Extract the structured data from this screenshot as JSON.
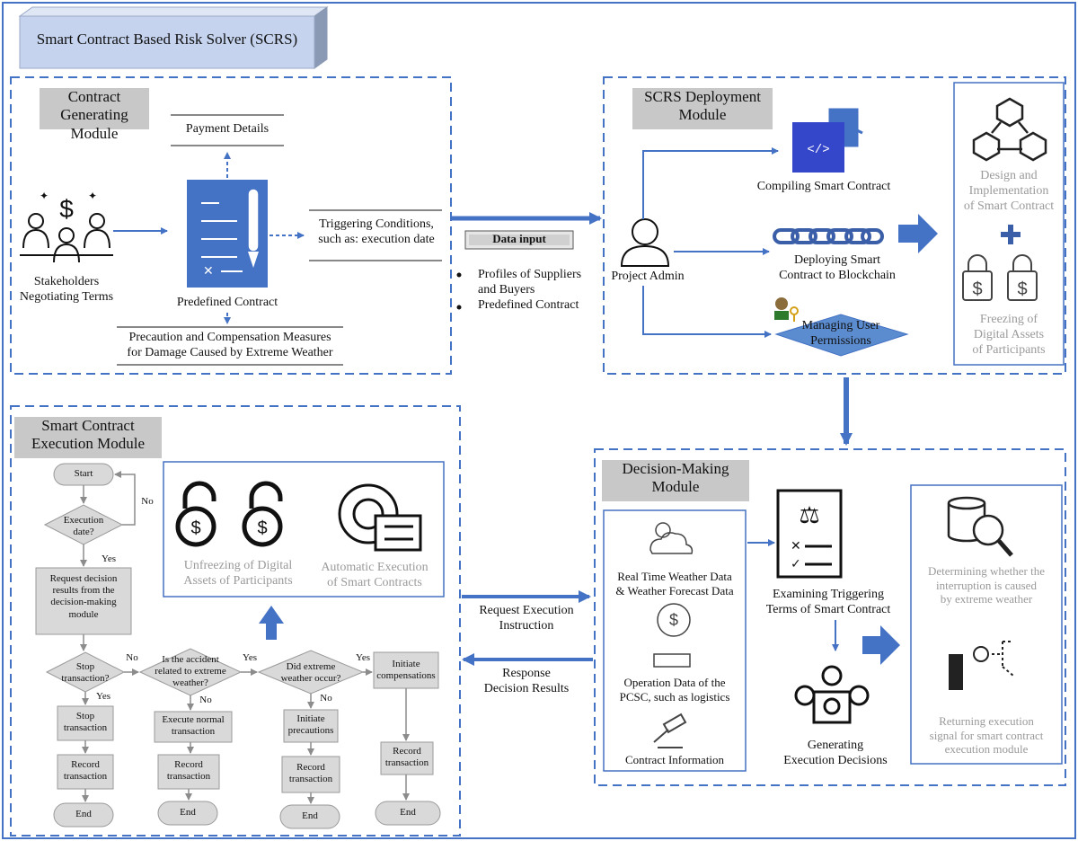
{
  "title": "Smart Contract Based Risk Solver (SCRS)",
  "contract_module": {
    "header": [
      "Contract",
      "Generating Module"
    ],
    "stakeholders": [
      "Stakeholders",
      "Negotiating Terms"
    ],
    "predefined": "Predefined Contract",
    "payment": "Payment Details",
    "triggering": [
      "Triggering Conditions,",
      "such as: execution date"
    ],
    "precaution": [
      "Precaution and Compensation Measures",
      "for Damage Caused by Extreme Weather"
    ]
  },
  "data_input": {
    "label": "Data input",
    "items": [
      "Profiles of Suppliers",
      "and Buyers",
      "Predefined Contract"
    ]
  },
  "deployment": {
    "header": [
      "SCRS Deployment",
      "Module"
    ],
    "admin": "Project Admin",
    "compile": "Compiling Smart Contract",
    "deploy": [
      "Deploying Smart",
      "Contract to Blockchain"
    ],
    "permissions": [
      "Managing User",
      "Permissions"
    ],
    "design": [
      "Design and",
      "Implementation",
      "of Smart Contract"
    ],
    "plus": "+",
    "freeze": [
      "Freezing of",
      "Digital Assets",
      "of Participants"
    ]
  },
  "execution": {
    "header": [
      "Smart Contract",
      "Execution Module"
    ],
    "unfreeze": [
      "Unfreezing of Digital",
      "Assets of Participants"
    ],
    "auto": [
      "Automatic Execution",
      "of Smart Contracts"
    ],
    "flow": {
      "start": "Start",
      "no": "No",
      "yes": "Yes",
      "exec_date": [
        "Execution",
        "date?"
      ],
      "request": [
        "Request decision",
        "results from the",
        "decision-making",
        "module"
      ],
      "stop_q": [
        "Stop",
        "transaction?"
      ],
      "accident_q": [
        "Is the accident",
        "related to extreme",
        "weather?"
      ],
      "extreme_q": [
        "Did extreme",
        "weather occur?"
      ],
      "initiate_comp": [
        "Initiate",
        "compensations"
      ],
      "stop_tx": [
        "Stop",
        "transaction"
      ],
      "normal_tx": [
        "Execute normal",
        "transaction"
      ],
      "initiate_prec": [
        "Initiate",
        "precautions"
      ],
      "record": [
        "Record",
        "transaction"
      ],
      "end": "End"
    }
  },
  "links": {
    "request": [
      "Request Execution",
      "Instruction"
    ],
    "response": [
      "Response",
      "Decision Results"
    ]
  },
  "decision": {
    "header": [
      "Decision-Making",
      "Module"
    ],
    "weather": [
      "Real Time Weather Data",
      "& Weather Forecast Data"
    ],
    "operation": [
      "Operation Data of the",
      "PCSC, such as logistics"
    ],
    "contract_info": "Contract Information",
    "examining": [
      "Examining Triggering",
      "Terms of Smart Contract"
    ],
    "generating": [
      "Generating",
      "Execution Decisions"
    ],
    "determining": [
      "Determining whether the",
      "interruption is caused",
      "by extreme weather"
    ],
    "returning": [
      "Returning execution",
      "signal for smart contract",
      "execution module"
    ]
  },
  "colors": {
    "accent": "#4472c4",
    "header_gray": "#c8c8c8",
    "flow_gray": "#d9d9d9",
    "title_box": "#c5d3ee"
  }
}
